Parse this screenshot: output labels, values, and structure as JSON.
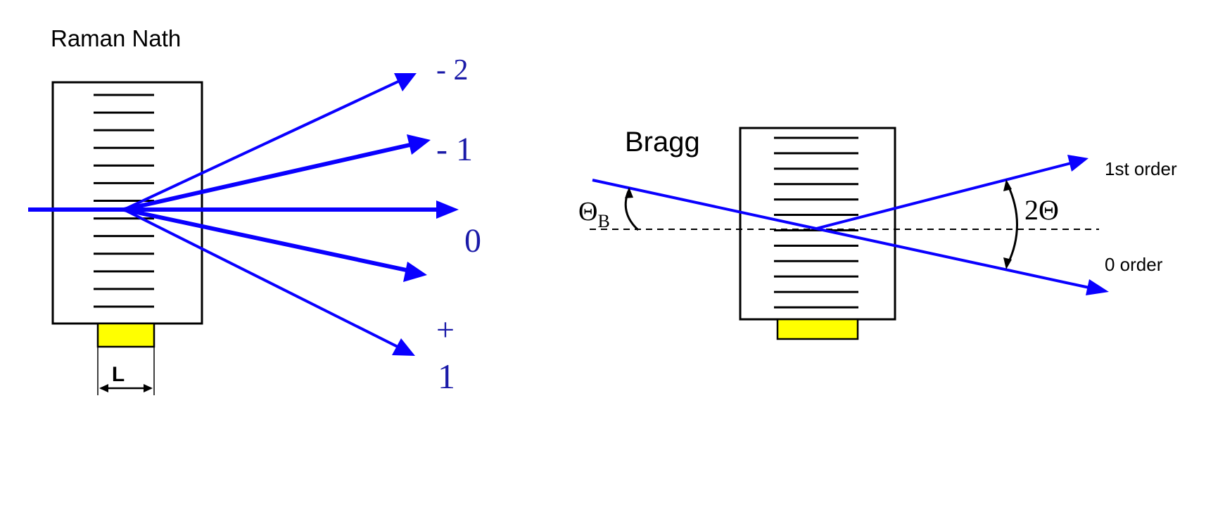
{
  "raman_nath": {
    "title": "Raman Nath",
    "orders": {
      "minus2": "- 2",
      "minus1": "- 1",
      "zero": "0",
      "plus1_sign": "+",
      "plus1_num": "1"
    },
    "length_label": "L"
  },
  "bragg": {
    "title": "Bragg",
    "angle_label_theta": "Θ",
    "angle_label_sub": "B",
    "angle2_label": "2Θ",
    "first_order": "1st order",
    "zero_order": "0 order"
  },
  "colors": {
    "beam": "#0a00ff",
    "transducer": "#ffff00",
    "order_text": "#1a1aa8"
  }
}
